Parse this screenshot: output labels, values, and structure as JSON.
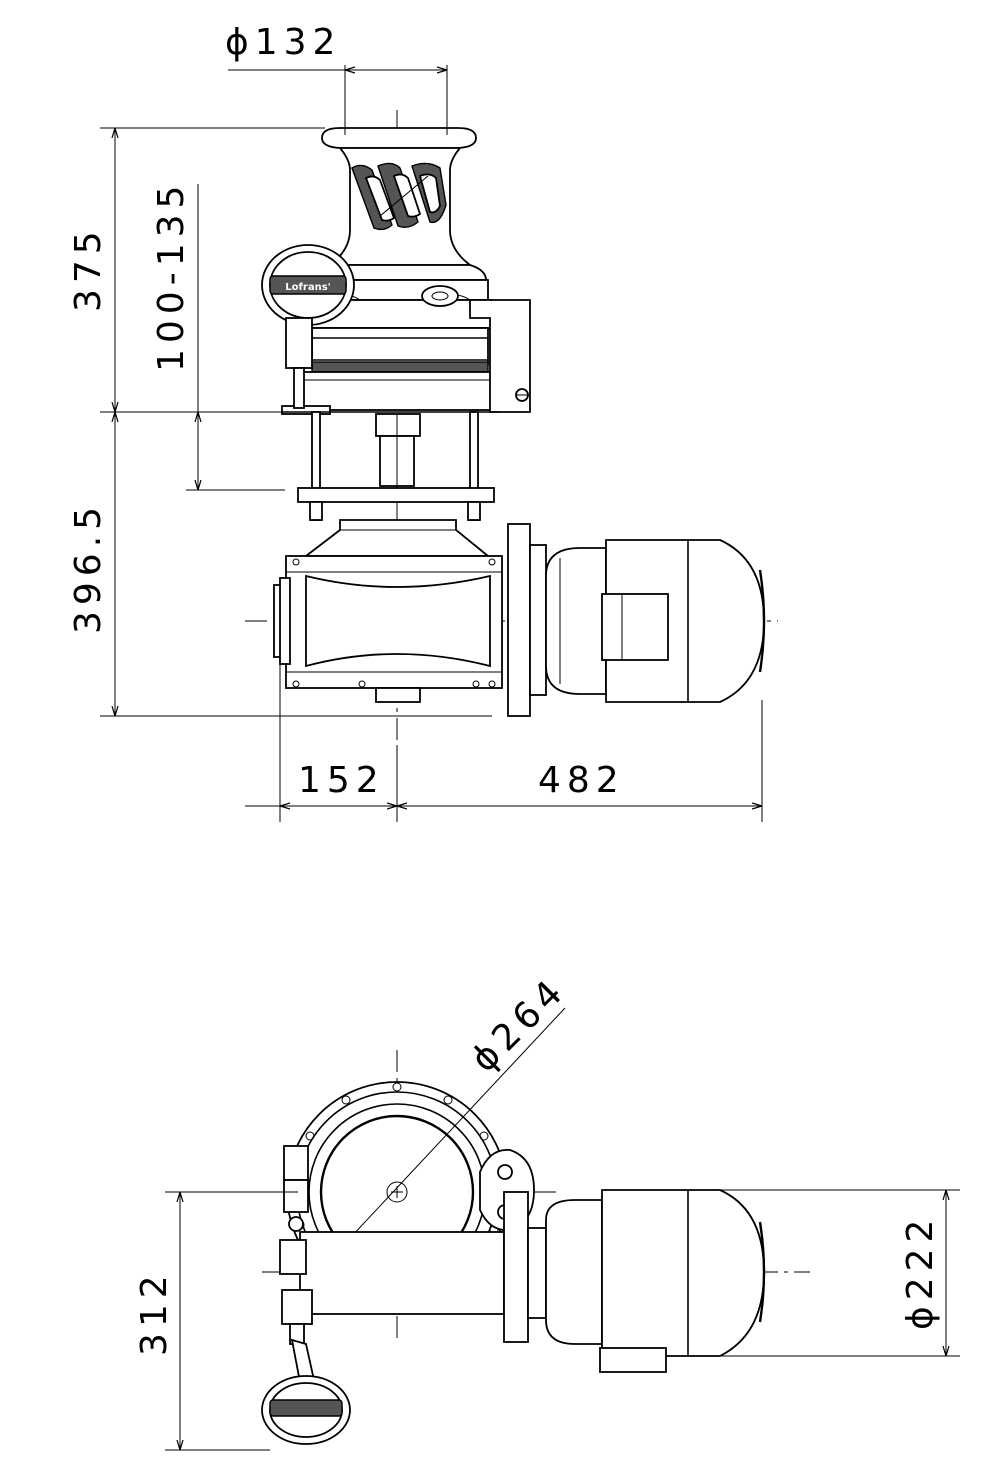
{
  "side_view": {
    "dim_drum_diameter": "ϕ132",
    "dim_overall_height": "375",
    "dim_deck_thickness": "100-135",
    "dim_below_deck": "396.5",
    "dim_offset_left": "152",
    "dim_motor_length": "482"
  },
  "top_view": {
    "dim_base_diameter": "ϕ264",
    "dim_depth": "312",
    "dim_motor_diameter": "ϕ222"
  },
  "logo_text": "Lofrans'"
}
